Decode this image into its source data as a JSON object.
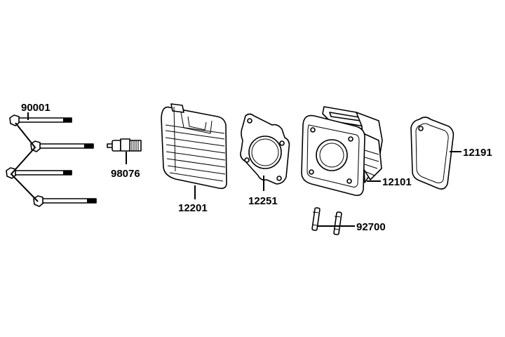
{
  "parts": [
    {
      "id": "bolts",
      "number": "90001"
    },
    {
      "id": "spark_plug",
      "number": "98076"
    },
    {
      "id": "cylinder_head",
      "number": "12201"
    },
    {
      "id": "head_gasket",
      "number": "12251"
    },
    {
      "id": "cylinder",
      "number": "12101"
    },
    {
      "id": "dowel_pins",
      "number": "92700"
    },
    {
      "id": "base_gasket",
      "number": "12191"
    }
  ]
}
